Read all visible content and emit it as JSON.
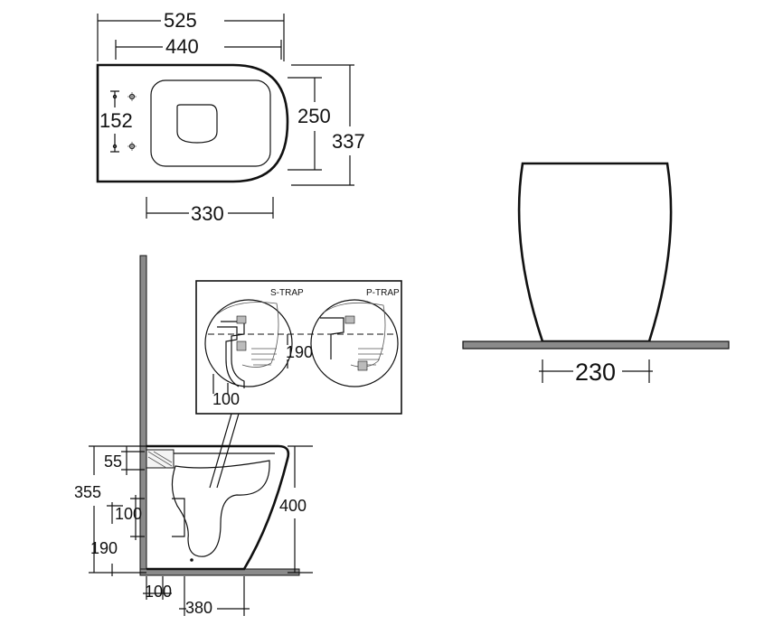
{
  "plan_view": {
    "dims": {
      "total_length": "525",
      "pan_length": "440",
      "fixing_spacing": "152",
      "bowl_width": "250",
      "total_width": "337",
      "opening_length": "330"
    }
  },
  "front_view": {
    "dims": {
      "base_width": "230"
    }
  },
  "inset": {
    "s_trap_label": "S-TRAP",
    "p_trap_label": "P-TRAP",
    "dims": {
      "p_trap_height": "190",
      "s_trap_offset": "100"
    }
  },
  "side_view": {
    "dims": {
      "overall_height": "355",
      "top_offset": "55",
      "inlet_height": "100",
      "outlet_height": "190",
      "pan_height": "400",
      "wall_gap": "100",
      "projection": "380"
    }
  }
}
